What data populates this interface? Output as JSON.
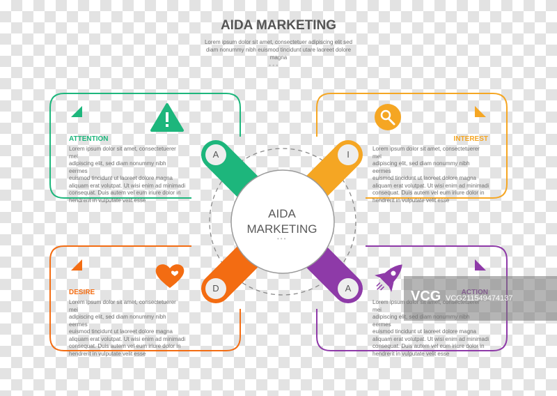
{
  "title": "AIDA MARKETING",
  "subtitle": "Lorem ipsum dolor sit amet, consectetuer adipiscing elit sed diam nonummy nibh euismod tincidunt utare laoreet dolore magna",
  "center": {
    "line1": "AIDA",
    "line2": "MARKETING"
  },
  "colors": {
    "attention": "#1db67c",
    "interest": "#f5a623",
    "desire": "#f36c12",
    "action": "#8e3aa8"
  },
  "panels": {
    "attention": {
      "heading": "ATTENTION",
      "letter": "A",
      "icon": "warning-triangle-icon",
      "lines": [
        "Lorem ipsum dolor sit amet, consectetuerer mei",
        "adipiscing elit, sed diam nonummy nibh eermes",
        "euismod tincidunt ut laoreet dolore magna",
        "aliquam erat volutpat. Ut wisi enim ad minimadi",
        "consequat. Duis autem vel eum iriure dolor in",
        "hendrerit in vulputate velit esse"
      ]
    },
    "interest": {
      "heading": "INTEREST",
      "letter": "I",
      "icon": "magnifier-icon",
      "lines": [
        "Lorem ipsum dolor sit amet, consectetuerer mei",
        "adipiscing elit, sed diam nonummy nibh eermes",
        "euismod tincidunt ut laoreet dolore magna",
        "aliquam erat volutpat. Ut wisi enim ad minimadi",
        "consequat. Duis autem vel eum iriure dolor in",
        "hendrerit in vulputate velit esse"
      ]
    },
    "desire": {
      "heading": "DESIRE",
      "letter": "D",
      "icon": "heart-icon",
      "lines": [
        "Lorem ipsum dolor sit amet, consectetuerer mei",
        "adipiscing elit, sed diam nonummy nibh eermes",
        "euismod tincidunt ut laoreet dolore magna",
        "aliquam erat volutpat. Ut wisi enim ad minimadi",
        "consequat. Duis autem vel eum iriure dolor in",
        "hendrerit in vulputate velit esse"
      ]
    },
    "action": {
      "heading": "ACTION",
      "letter": "A",
      "icon": "rocket-icon",
      "lines": [
        "Lorem ipsum dolor sit amet, consectetuerer mei",
        "adipiscing elit, sed diam nonummy nibh eermes",
        "euismod tincidunt ut laoreet dolore magna",
        "aliquam erat volutpat. Ut wisi enim ad minimadi",
        "consequat. Duis autem vel eum iriure dolor in",
        "hendrerit in vulputate velit esse"
      ]
    }
  },
  "watermark": {
    "logo": "VCG",
    "id": "VCG211549474137"
  }
}
